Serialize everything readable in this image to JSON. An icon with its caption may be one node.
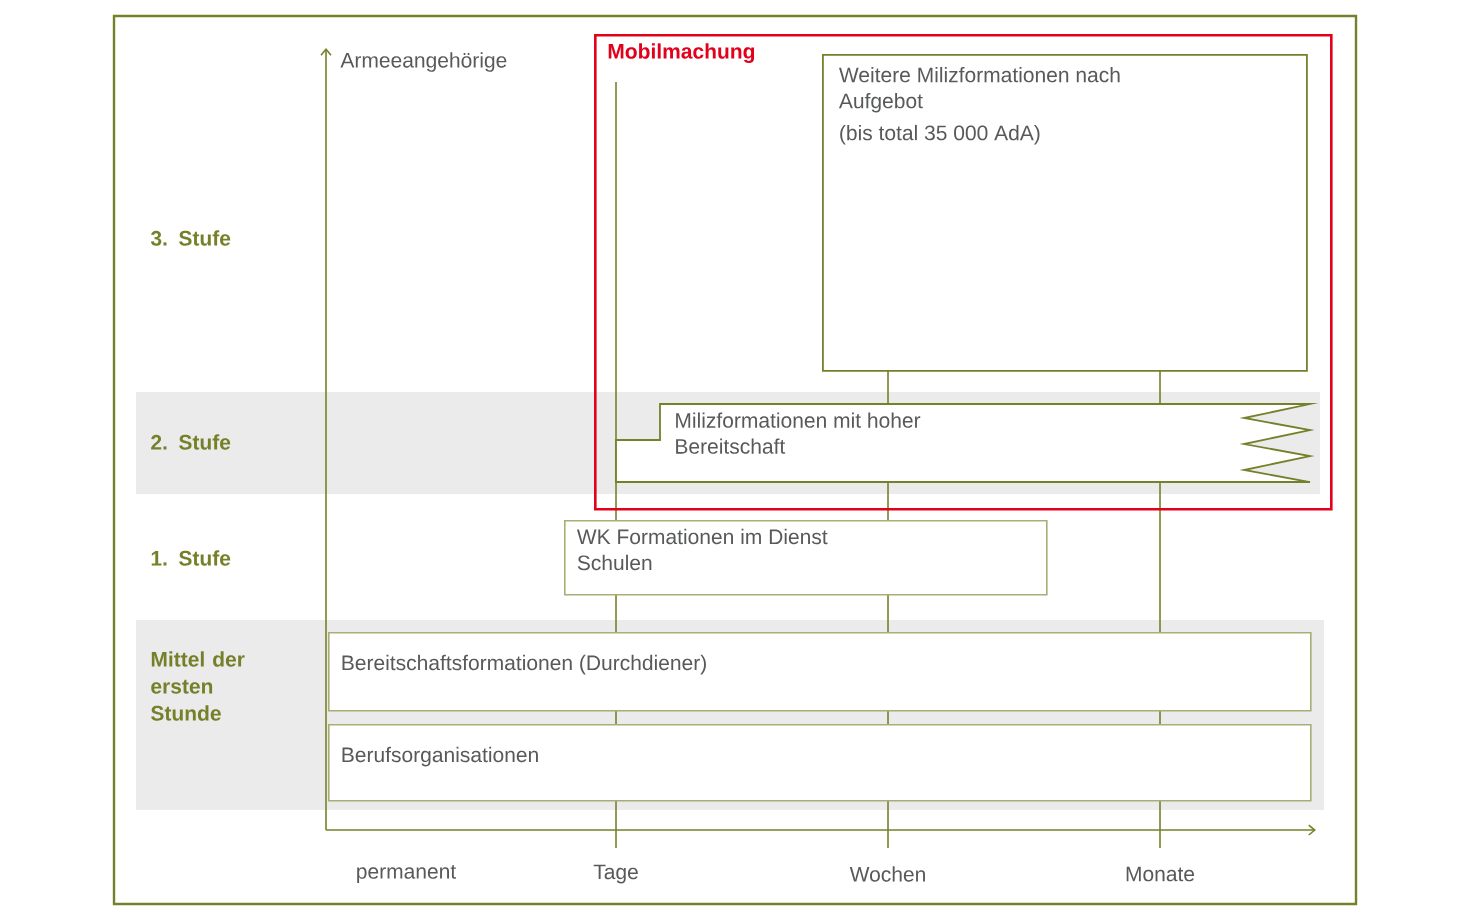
{
  "diagram": {
    "nodes": [
      {
        "text": [
          "Mobilmachung"
        ]
      },
      {
        "text": [
          "Weitere Milizformationen nach Aufgebot",
          "(bis total 35 000 AdA)"
        ],
        "in": 0
      },
      {
        "text": [
          "Milizformationen mit hoher Bereitschaft"
        ],
        "in": 0
      },
      {
        "text": [
          "WK Formationen im Dienst",
          "Schulen"
        ]
      },
      {
        "text": [
          "Bereitschaftsformationen (Durchdiener)"
        ]
      },
      {
        "text": [
          "Berufsorganisationen"
        ]
      }
    ],
    "labels": [
      "Armeeangehörige",
      "3. Stufe",
      "2. Stufe",
      "1. Stufe",
      "Mittel der ersten Stunde",
      "permanent",
      "Tage",
      "Wochen",
      "Monate"
    ]
  }
}
